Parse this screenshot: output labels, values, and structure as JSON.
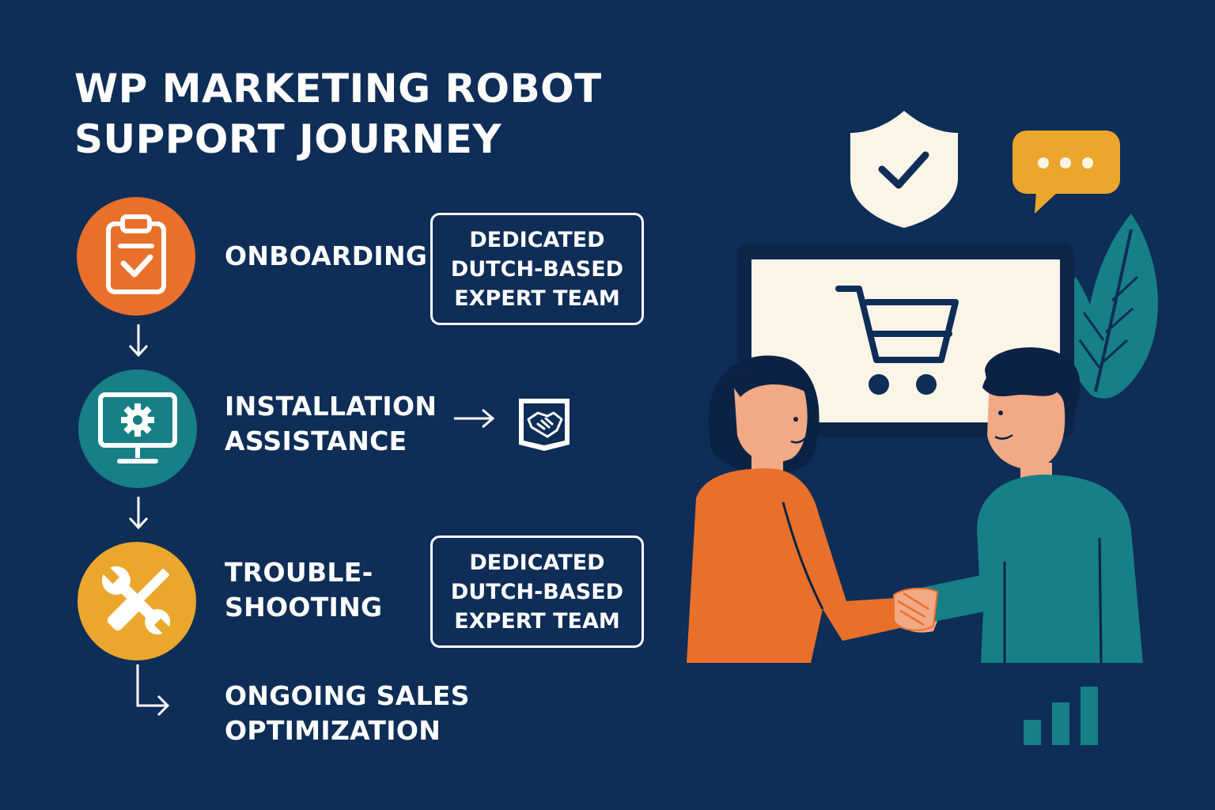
{
  "title": {
    "line1": "WP MARKETING ROBOT",
    "line2": "SUPPORT JOURNEY"
  },
  "steps": [
    {
      "lines": [
        "ONBOARDING"
      ],
      "icon": "clipboard-check-icon",
      "color": "#e9702a"
    },
    {
      "lines": [
        "INSTALLATION",
        "ASSISTANCE"
      ],
      "icon": "monitor-gear-icon",
      "color": "#177f86"
    },
    {
      "lines": [
        "TROUBLE-",
        "SHOOTING"
      ],
      "icon": "wrench-screwdriver-icon",
      "color": "#eaa72c"
    },
    {
      "lines": [
        "ONGOING SALES",
        "OPTIMIZATION"
      ],
      "icon": "turn-arrow-icon"
    }
  ],
  "callouts": [
    {
      "lines": [
        "DEDICATED",
        "DUTCH-BASED",
        "EXPERT TEAM"
      ]
    },
    {
      "lines": [
        "DEDICATED",
        "DUTCH-BASED",
        "EXPERT TEAM"
      ]
    }
  ],
  "badge_icon": "handshake-badge-icon",
  "illustration": {
    "icons": [
      "shield-check-icon",
      "chat-bubble-icon",
      "shopping-cart-icon",
      "leaf-icon",
      "bar-chart-icon"
    ],
    "people": [
      "woman-figure",
      "man-figure"
    ],
    "colors": {
      "background": "#0e2d57",
      "orange": "#e9702a",
      "teal": "#177f86",
      "yellow": "#eaa72c",
      "cream": "#fbf5e8",
      "skin": "#f2a985"
    }
  }
}
